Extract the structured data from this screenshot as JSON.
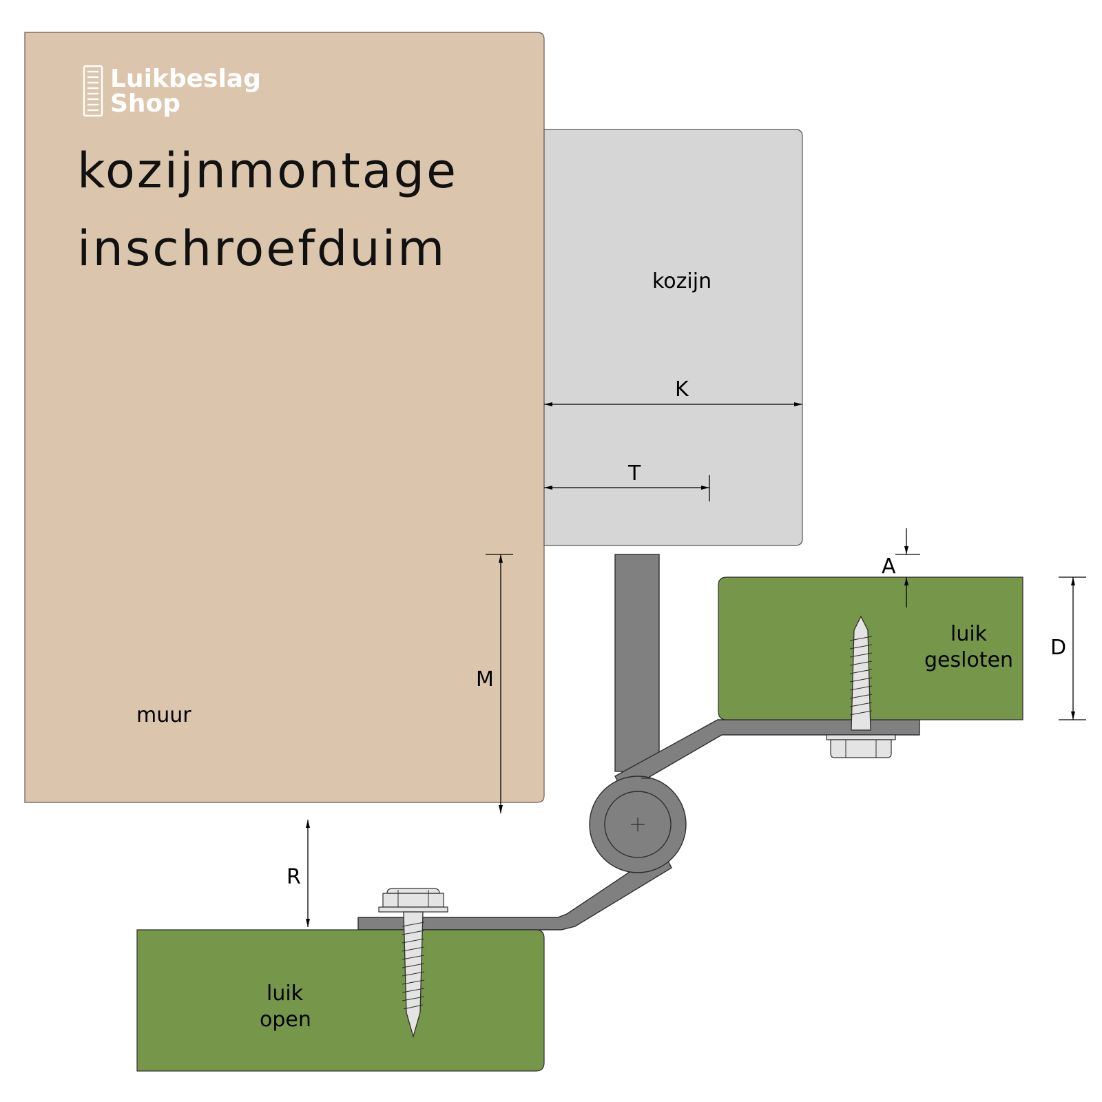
{
  "logo": {
    "line1": "Luikbeslag",
    "line2": "Shop"
  },
  "title": {
    "line1": "kozijnmontage",
    "line2": "inschroefduim"
  },
  "labels": {
    "wall": "muur",
    "frame": "kozijn",
    "shutter_open_1": "luik",
    "shutter_open_2": "open",
    "shutter_closed_1": "luik",
    "shutter_closed_2": "gesloten"
  },
  "dimensions": {
    "K": "K",
    "T": "T",
    "M": "M",
    "R": "R",
    "A": "A",
    "D": "D"
  },
  "colors": {
    "wall": "#dcc5ad",
    "frame": "#d6d6d6",
    "shutter": "#76964a",
    "hardware": "#808080",
    "screw": "#e4e4e4"
  }
}
